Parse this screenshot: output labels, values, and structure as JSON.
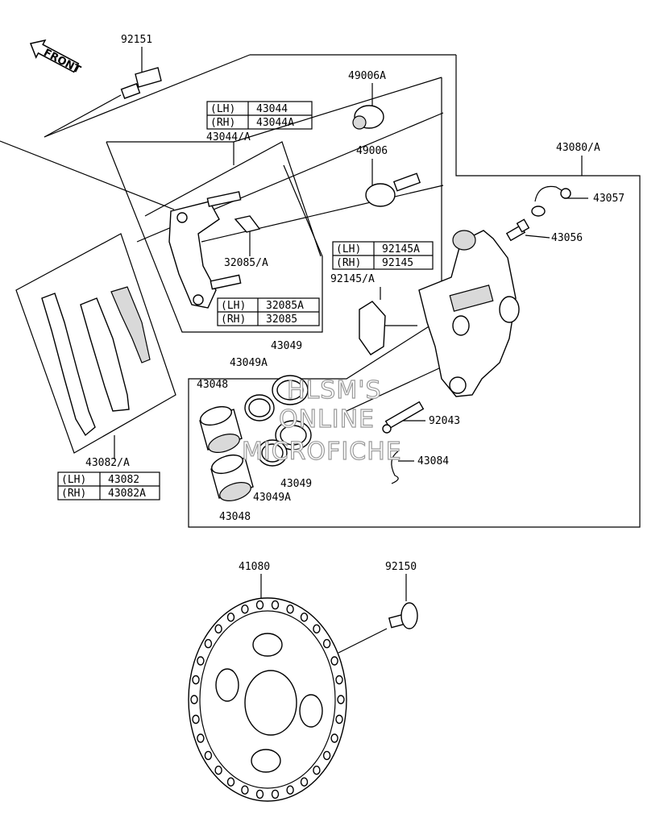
{
  "front_label": "FRONT",
  "parts": {
    "p92151": "92151",
    "p49006A": "49006A",
    "p43044A": "43044/A",
    "p49006": "49006",
    "p43080A": "43080/A",
    "p43057": "43057",
    "p43056": "43056",
    "p32085A": "32085/A",
    "p92145A": "92145/A",
    "p43049_top": "43049",
    "p43049A_top": "43049A",
    "p43048_top": "43048",
    "p92043": "92043",
    "p43084": "43084",
    "p43049_bottom": "43049",
    "p43049A_bottom": "43049A",
    "p43048_bottom": "43048",
    "p43082A": "43082/A",
    "p41080": "41080",
    "p92150": "92150"
  },
  "tables": {
    "t43044": [
      [
        "(LH)",
        "43044"
      ],
      [
        "(RH)",
        "43044A"
      ]
    ],
    "t32085": [
      [
        "(LH)",
        "32085A"
      ],
      [
        "(RH)",
        "32085"
      ]
    ],
    "t92145": [
      [
        "(LH)",
        "92145A"
      ],
      [
        "(RH)",
        "92145"
      ]
    ],
    "t43082": [
      [
        "(LH)",
        "43082"
      ],
      [
        "(RH)",
        "43082A"
      ]
    ]
  },
  "watermark": [
    "HLSM'S",
    "ONLINE",
    "MICROFICHE"
  ]
}
